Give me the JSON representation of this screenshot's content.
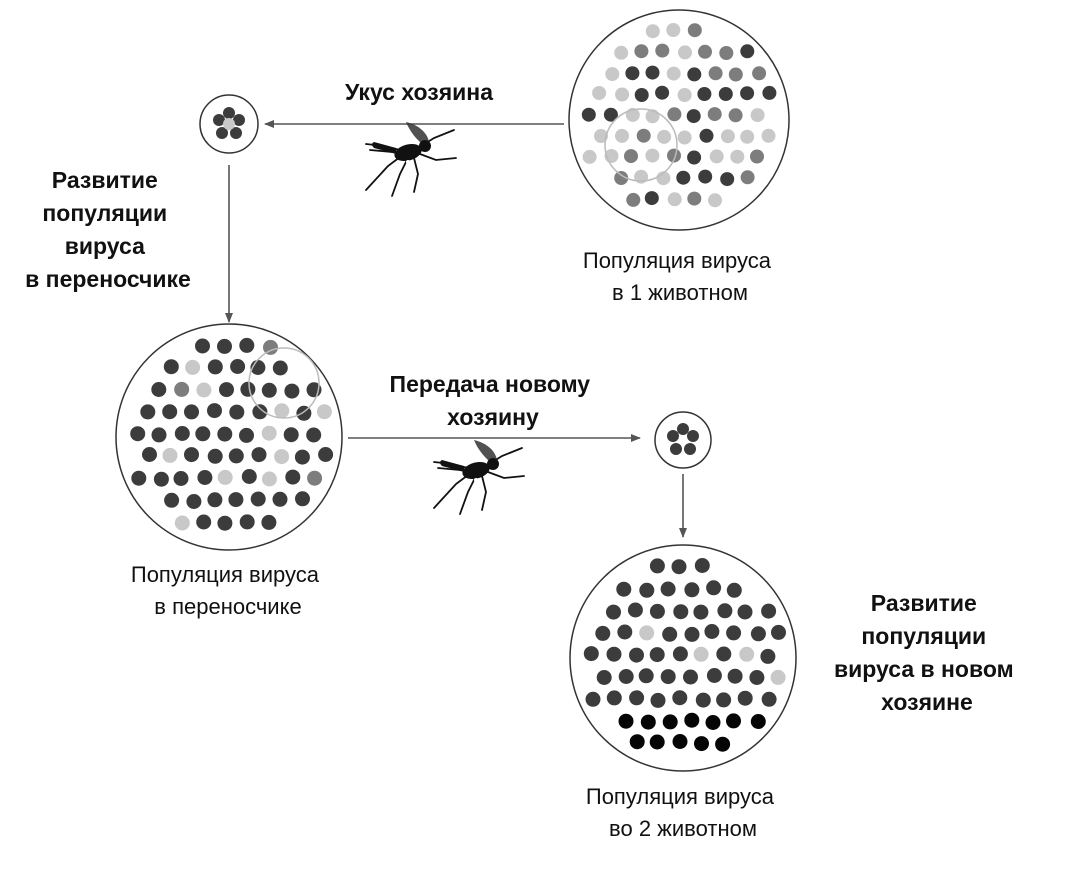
{
  "labels": {
    "host_bite": "Укус хозяина",
    "vector_development": [
      "Развитие",
      "популяции",
      "вируса",
      "в переносчике"
    ],
    "pop_animal1": [
      "Популяция вируса",
      "в 1 животном"
    ],
    "transfer_new_host": [
      "Передача новому",
      "хозяину"
    ],
    "pop_vector": [
      "Популяция вируса",
      "в переносчике"
    ],
    "new_host_development": [
      "Развитие",
      "популяции",
      "вируса в новом",
      "хозяине"
    ],
    "pop_animal2": [
      "Популяция вируса",
      "во 2 животном"
    ]
  },
  "colors": {
    "dark": "#3c3c3c",
    "medium": "#7d7d7d",
    "light": "#c8c8c8",
    "black": "#050505",
    "line": "#555555",
    "circle": "#333333"
  },
  "icons": [
    "mosquito-icon",
    "mosquito-icon"
  ]
}
